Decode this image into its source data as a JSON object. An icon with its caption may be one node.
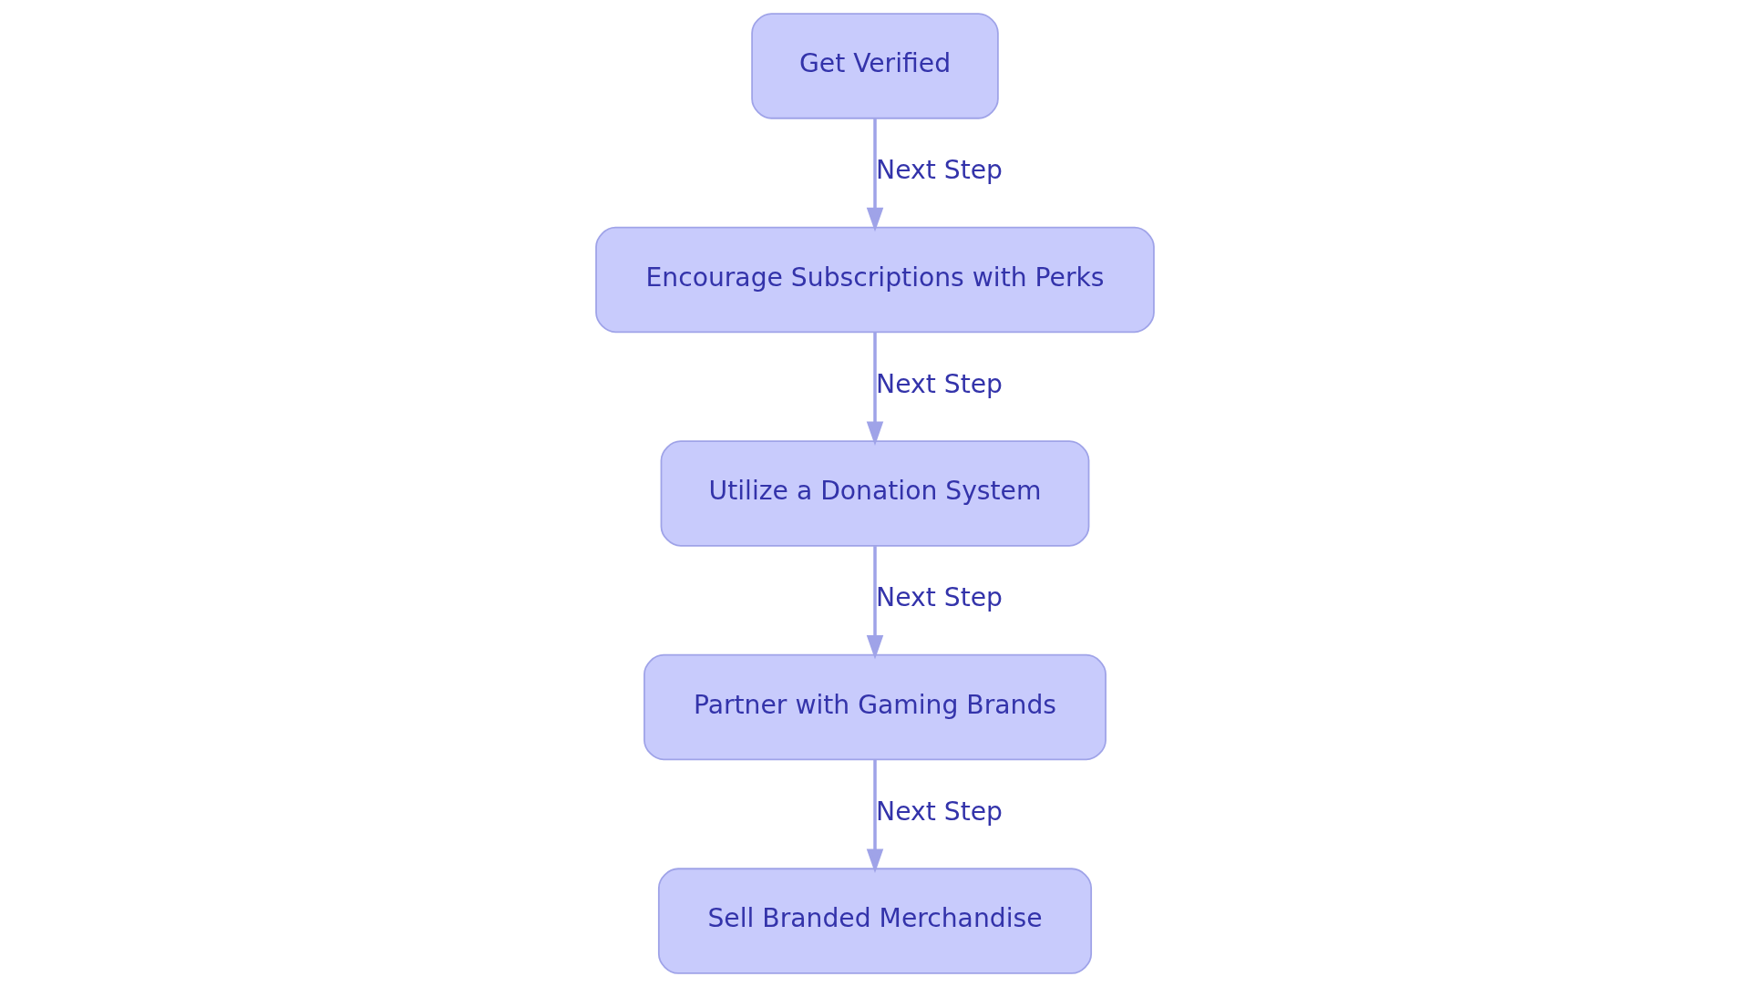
{
  "diagram": {
    "nodes": [
      {
        "text": [
          "Get Verified"
        ]
      },
      {
        "text": [
          "Encourage Subscriptions with Perks"
        ]
      },
      {
        "text": [
          "Utilize a Donation System"
        ]
      },
      {
        "text": [
          "Partner with Gaming Brands"
        ]
      },
      {
        "text": [
          "Sell Branded Merchandise"
        ]
      }
    ],
    "edges": [
      {
        "from": 0,
        "to": 1,
        "arrow": "to",
        "label": "Next Step"
      },
      {
        "from": 1,
        "to": 2,
        "arrow": "to",
        "label": "Next Step"
      },
      {
        "from": 2,
        "to": 3,
        "arrow": "to",
        "label": "Next Step"
      },
      {
        "from": 3,
        "to": 4,
        "arrow": "to",
        "label": "Next Step"
      }
    ]
  }
}
